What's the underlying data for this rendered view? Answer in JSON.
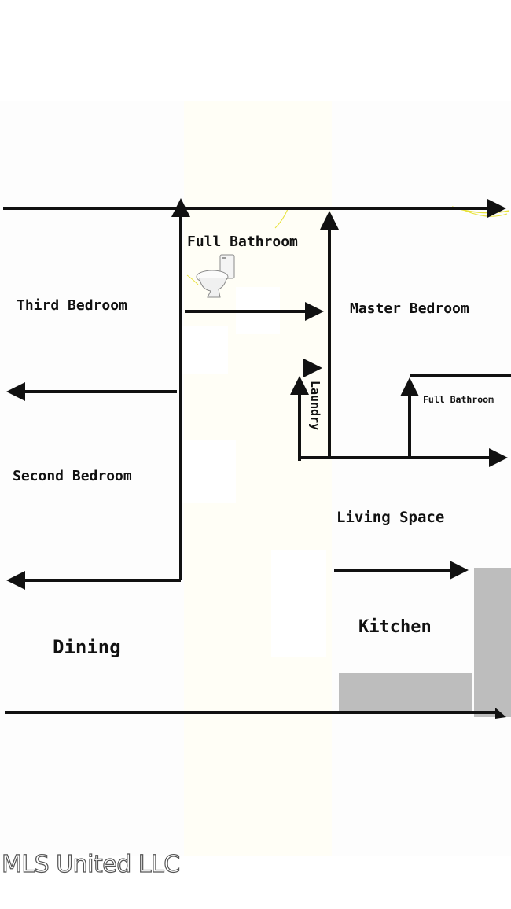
{
  "rooms": {
    "full_bathroom_top": "Full Bathroom",
    "third_bedroom": "Third Bedroom",
    "master_bedroom": "Master Bedroom",
    "laundry": "Laundry",
    "full_bathroom_small": "Full Bathroom",
    "second_bedroom": "Second Bedroom",
    "living_space": "Living Space",
    "kitchen": "Kitchen",
    "dining": "Dining"
  },
  "watermark": "MLS United LLC",
  "colors": {
    "wall": "#111111",
    "counter": "#bdbdbd",
    "corridor": "#fffef8",
    "marks": "#e8e23a"
  },
  "icons": {
    "toilet": "toilet-icon"
  }
}
